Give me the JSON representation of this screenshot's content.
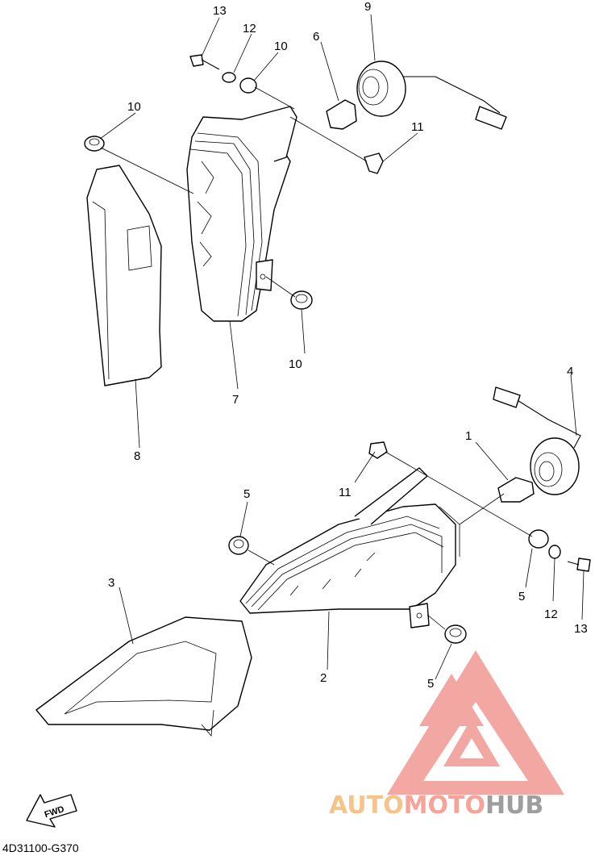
{
  "diagram": {
    "drawing_code": "4D31100-G370",
    "fwd_arrow_label": "FWD",
    "callouts": {
      "c1": "1",
      "c2": "2",
      "c3": "3",
      "c4": "4",
      "c5a": "5",
      "c5b": "5",
      "c5c": "5",
      "c6": "6",
      "c7": "7",
      "c8": "8",
      "c9": "9",
      "c10a": "10",
      "c10b": "10",
      "c10c": "10",
      "c11a": "11",
      "c11b": "11",
      "c12a": "12",
      "c12b": "12",
      "c13a": "13",
      "c13b": "13"
    }
  },
  "watermark": {
    "text_part1": "AUTO",
    "text_part2": "MOTO",
    "text_part3": "HUB",
    "color_part1": "#f6c48a",
    "color_part2": "#f6a39a",
    "color_part3": "#9e9e9e",
    "logo_color": "#f08a84"
  }
}
